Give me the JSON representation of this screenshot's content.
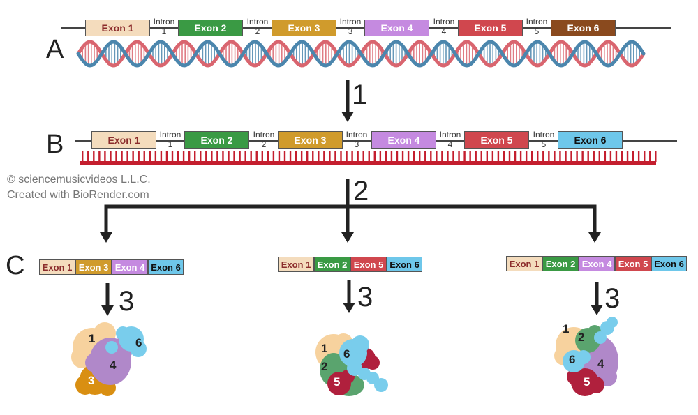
{
  "panels": {
    "a": "A",
    "b": "B",
    "c": "C"
  },
  "steps": {
    "s1": "1",
    "s2": "2",
    "s3a": "3",
    "s3b": "3",
    "s3c": "3"
  },
  "credit": {
    "line1": "© sciencemusicvideos L.L.C.",
    "line2": "Created with BioRender.com"
  },
  "gene_a": {
    "exons": [
      "Exon 1",
      "Exon 2",
      "Exon 3",
      "Exon 4",
      "Exon 5",
      "Exon 6"
    ],
    "intron_word": "Intron",
    "intron_numbers": [
      "1",
      "2",
      "3",
      "4",
      "5"
    ]
  },
  "gene_b": {
    "exons": [
      "Exon 1",
      "Exon 2",
      "Exon 3",
      "Exon 4",
      "Exon 5",
      "Exon 6"
    ],
    "intron_word": "Intron",
    "intron_numbers": [
      "1",
      "2",
      "3",
      "4",
      "5"
    ]
  },
  "mrna_1": [
    "Exon 1",
    "Exon 3",
    "Exon 4",
    "Exon 6"
  ],
  "mrna_2": [
    "Exon 1",
    "Exon 2",
    "Exon 5",
    "Exon 6"
  ],
  "mrna_3": [
    "Exon 1",
    "Exon 2",
    "Exon 4",
    "Exon 5",
    "Exon 6"
  ],
  "protein_1": {
    "d1": "1",
    "d3": "3",
    "d4": "4",
    "d6": "6"
  },
  "protein_2": {
    "d1": "1",
    "d2": "2",
    "d5": "5",
    "d6": "6"
  },
  "protein_3": {
    "d1": "1",
    "d2": "2",
    "d4": "4",
    "d5": "5",
    "d6": "6"
  },
  "colors": {
    "exon1": "#f4dcbd",
    "exon2": "#3a9a44",
    "exon3": "#d09b2c",
    "exon4": "#c58ae0",
    "exon5": "#d0474e",
    "exon6_a": "#8a4a1e",
    "exon6_b": "#6ec7ea",
    "dna_blue": "#4b86ad",
    "dna_red": "#d9656f",
    "rna_red": "#c41e2e"
  }
}
